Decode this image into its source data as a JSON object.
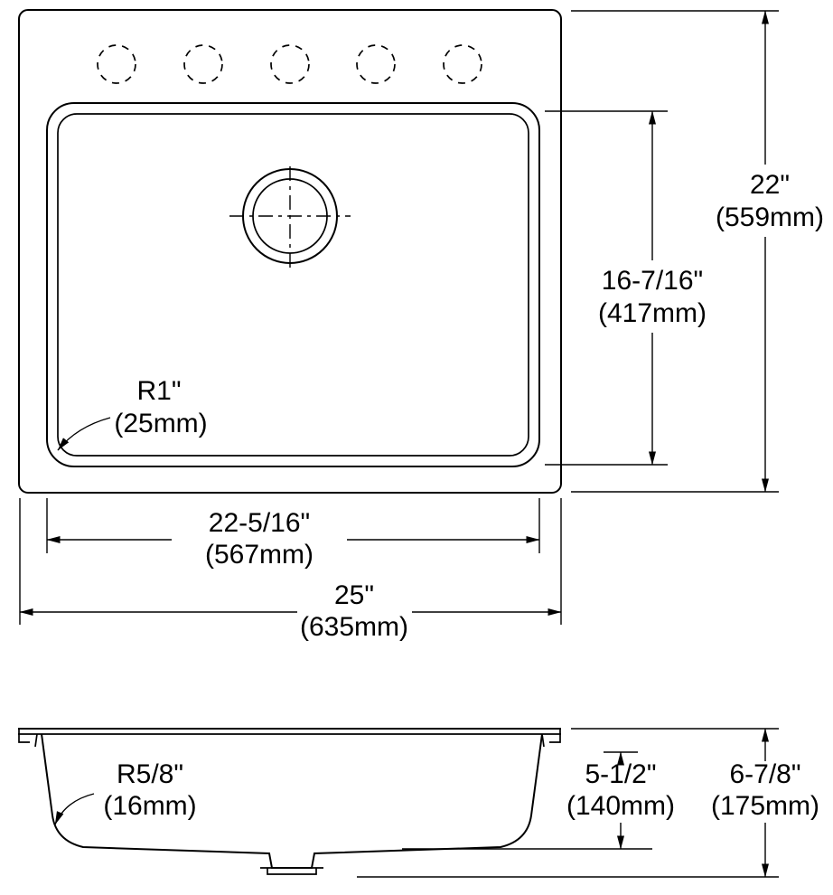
{
  "colors": {
    "ink": "#000000",
    "background": "#ffffff"
  },
  "top_view": {
    "overall_height": {
      "value": "22\"",
      "metric": "(559mm)"
    },
    "bowl_length": {
      "value": "16-7/16\"",
      "metric": "(417mm)"
    },
    "corner_radius": {
      "value": "R1\"",
      "metric": "(25mm)"
    },
    "bowl_width": {
      "value": "22-5/16\"",
      "metric": "(567mm)"
    },
    "overall_width": {
      "value": "25\"",
      "metric": "(635mm)"
    }
  },
  "side_view": {
    "corner_radius": {
      "value": "R5/8\"",
      "metric": "(16mm)"
    },
    "bowl_depth": {
      "value": "5-1/2\"",
      "metric": "(140mm)"
    },
    "overall_depth": {
      "value": "6-7/8\"",
      "metric": "(175mm)"
    }
  }
}
